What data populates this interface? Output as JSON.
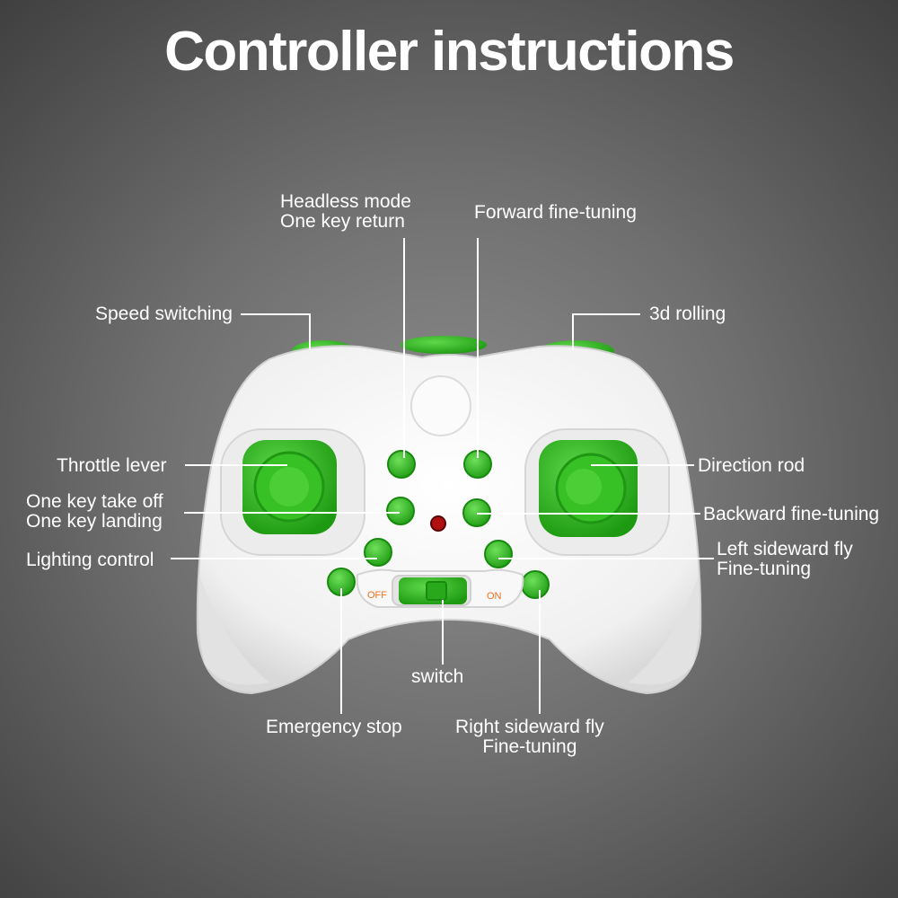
{
  "title": "Controller instructions",
  "labels": {
    "headless_mode": "Headless mode",
    "one_key_return": "One key return",
    "forward_fine_tuning": "Forward fine-tuning",
    "speed_switching": "Speed switching",
    "rolling_3d": "3d rolling",
    "throttle_lever": "Throttle lever",
    "direction_rod": "Direction rod",
    "one_key_take_off": "One key take off",
    "one_key_landing": "One key landing",
    "backward_fine_tuning": "Backward fine-tuning",
    "lighting_control": "Lighting control",
    "left_sideward_fly": "Left sideward fly",
    "left_fine_tuning": "Fine-tuning",
    "switch": "switch",
    "emergency_stop": "Emergency stop",
    "right_sideward_fly": "Right sideward fly",
    "right_fine_tuning": "Fine-tuning"
  },
  "switch_labels": {
    "off": "OFF",
    "on": "ON"
  },
  "colors": {
    "button_green": "#2fb51f",
    "body_white": "#f4f4f4",
    "switch_text": "#f07020",
    "indicator_red": "#b01010"
  }
}
